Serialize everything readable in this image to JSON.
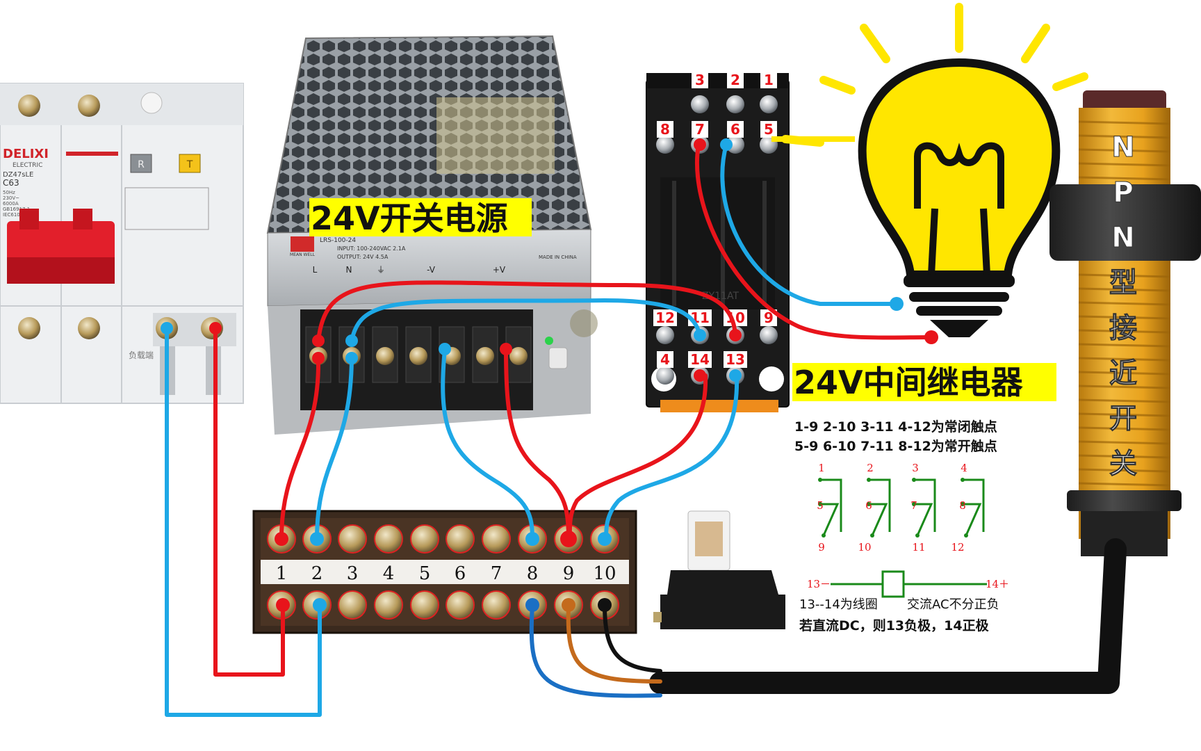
{
  "labels": {
    "power_supply": "24V开关电源",
    "relay": "24V中间继电器",
    "sensor_vertical": [
      "N",
      "P",
      "N",
      "型",
      "接",
      "近",
      "开",
      "关"
    ]
  },
  "breaker": {
    "brand": "DELIXI",
    "brand_sub": "ELECTRIC",
    "model": "DZ47sLE",
    "rating": "C63",
    "specs": [
      "50Hz",
      "230V~",
      "6000A",
      "GB16917.1",
      "IEC61009-1"
    ],
    "btn_r": "R",
    "btn_t": "T",
    "load_text": "负载端"
  },
  "psu": {
    "brand": "MEAN WELL",
    "model": "LRS-100-24",
    "input_text": "INPUT: 100-240VAC 2.1A",
    "output_text": "OUTPUT: 24V 4.5A",
    "terminals": [
      "L",
      "N",
      "⏚",
      "-V",
      "",
      "+V",
      ""
    ],
    "made_in": "MADE IN CHINA"
  },
  "relay": {
    "top_pins": [
      "3",
      "2",
      "1"
    ],
    "mid_pins": [
      "8",
      "7",
      "6",
      "5"
    ],
    "lower_pins": [
      "12",
      "11",
      "10",
      "9"
    ],
    "bottom_pins": [
      "4",
      "14",
      "13"
    ],
    "brand": "ZY11AT"
  },
  "terminal_block": {
    "numbers": [
      "1",
      "2",
      "3",
      "4",
      "5",
      "6",
      "7",
      "8",
      "9",
      "10"
    ]
  },
  "notes": {
    "line1": "1-9 2-10 3-11 4-12为常闭触点",
    "line2": "5-9 6-10 7-11 8-12为常开触点",
    "coil_label": "13--14为线圈",
    "ac_label": "交流AC不分正负",
    "dc_label": "若直流DC，则13负极，14正极",
    "schem_top": [
      "1",
      "2",
      "3",
      "4"
    ],
    "schem_mid": [
      "5",
      "6",
      "7",
      "8"
    ],
    "schem_bot": [
      "9",
      "10",
      "11",
      "12"
    ],
    "coil_minus": "13－",
    "coil_plus": "14＋"
  },
  "colors": {
    "red_wire": "#e8141b",
    "blue_wire": "#1ea8e6",
    "dark_blue_wire": "#1a6fc4",
    "brown_wire": "#c46a1c",
    "black_wire": "#111111",
    "highlight": "#ffff00",
    "bulb": "#ffe600",
    "sensor_body": "#e8a21e",
    "schematic_green": "#1a8a1a"
  }
}
